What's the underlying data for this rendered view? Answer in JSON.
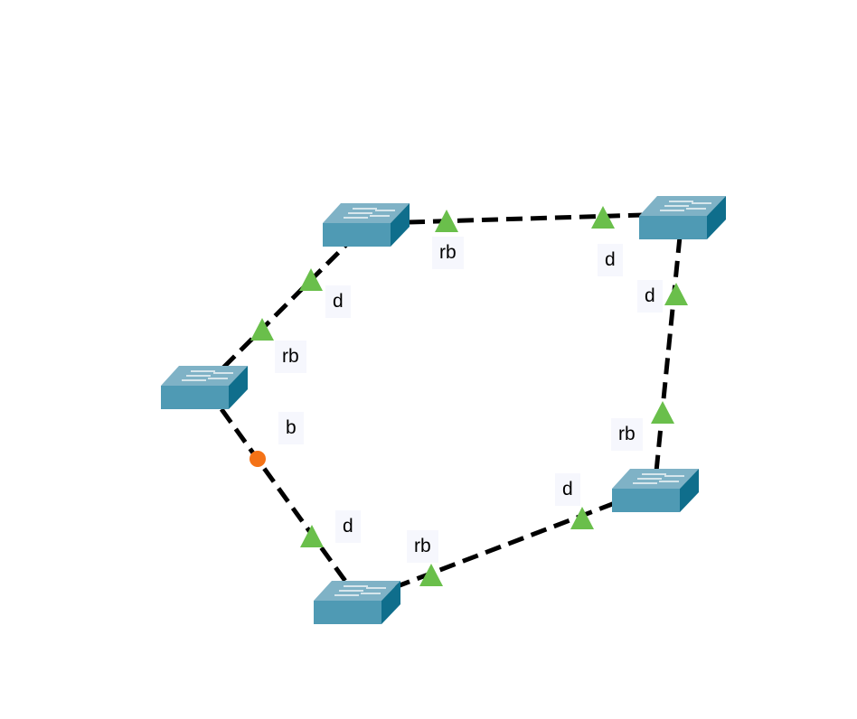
{
  "diagram": {
    "switches": [
      {
        "id": "sw-top-left",
        "label": "switch"
      },
      {
        "id": "sw-top-right",
        "label": "switch"
      },
      {
        "id": "sw-left",
        "label": "switch"
      },
      {
        "id": "sw-bottom-right",
        "label": "switch"
      },
      {
        "id": "sw-bottom",
        "label": "switch"
      }
    ],
    "links": [
      {
        "from": "sw-top-left",
        "to": "sw-top-right",
        "end_from": "rb",
        "end_to": "d"
      },
      {
        "from": "sw-top-right",
        "to": "sw-bottom-right",
        "end_from": "d",
        "end_to": "rb"
      },
      {
        "from": "sw-bottom-right",
        "to": "sw-bottom",
        "end_from": "d",
        "end_to": "rb"
      },
      {
        "from": "sw-left",
        "to": "sw-bottom",
        "end_from": "b",
        "end_to": "d"
      },
      {
        "from": "sw-left",
        "to": "sw-top-left",
        "end_from": "rb",
        "end_to": "d"
      }
    ],
    "labels": {
      "top_left_rb": "rb",
      "top_right_d": "d",
      "top_left_d": "d",
      "left_rb": "rb",
      "right_d": "d",
      "bottom_right_rb": "rb",
      "bottom_right_d": "d",
      "left_b": "b",
      "bottom_d": "d",
      "bottom_rb": "rb"
    },
    "colors": {
      "forwarding_marker": "#6abf4b",
      "blocking_marker": "#f47216",
      "switch_top": "#7fb2c6",
      "switch_front": "#4f9ab4",
      "switch_side": "#0f6e8c",
      "link": "#000000",
      "label_bg": "#f6f7fd"
    }
  }
}
